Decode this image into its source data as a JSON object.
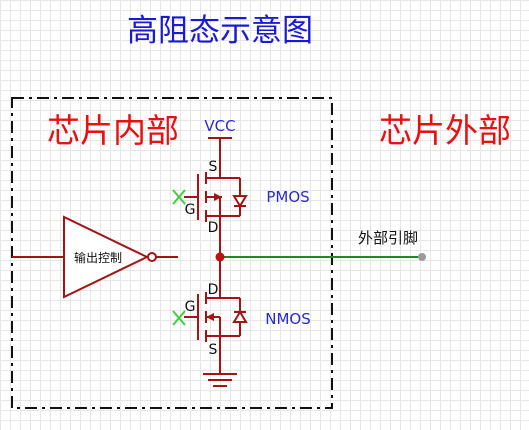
{
  "title": "高阻态示意图",
  "inside_label": "芯片内部",
  "outside_label": "芯片外部",
  "vcc_label": "VCC",
  "buffer_label": "输出控制",
  "pmos": {
    "name": "PMOS",
    "s": "S",
    "g": "G",
    "d": "D"
  },
  "nmos": {
    "name": "NMOS",
    "s": "S",
    "g": "G",
    "d": "D"
  },
  "pin_label": "外部引脚",
  "colors": {
    "title": "#1a1ad6",
    "section_label": "#e81010",
    "circuit": "#a31515",
    "output_wire": "#1f8a1f",
    "gate_x": "#3fcf3f",
    "device_text": "#2a2acc",
    "chip_border": "#111111",
    "pin": "#9a9a9a"
  }
}
